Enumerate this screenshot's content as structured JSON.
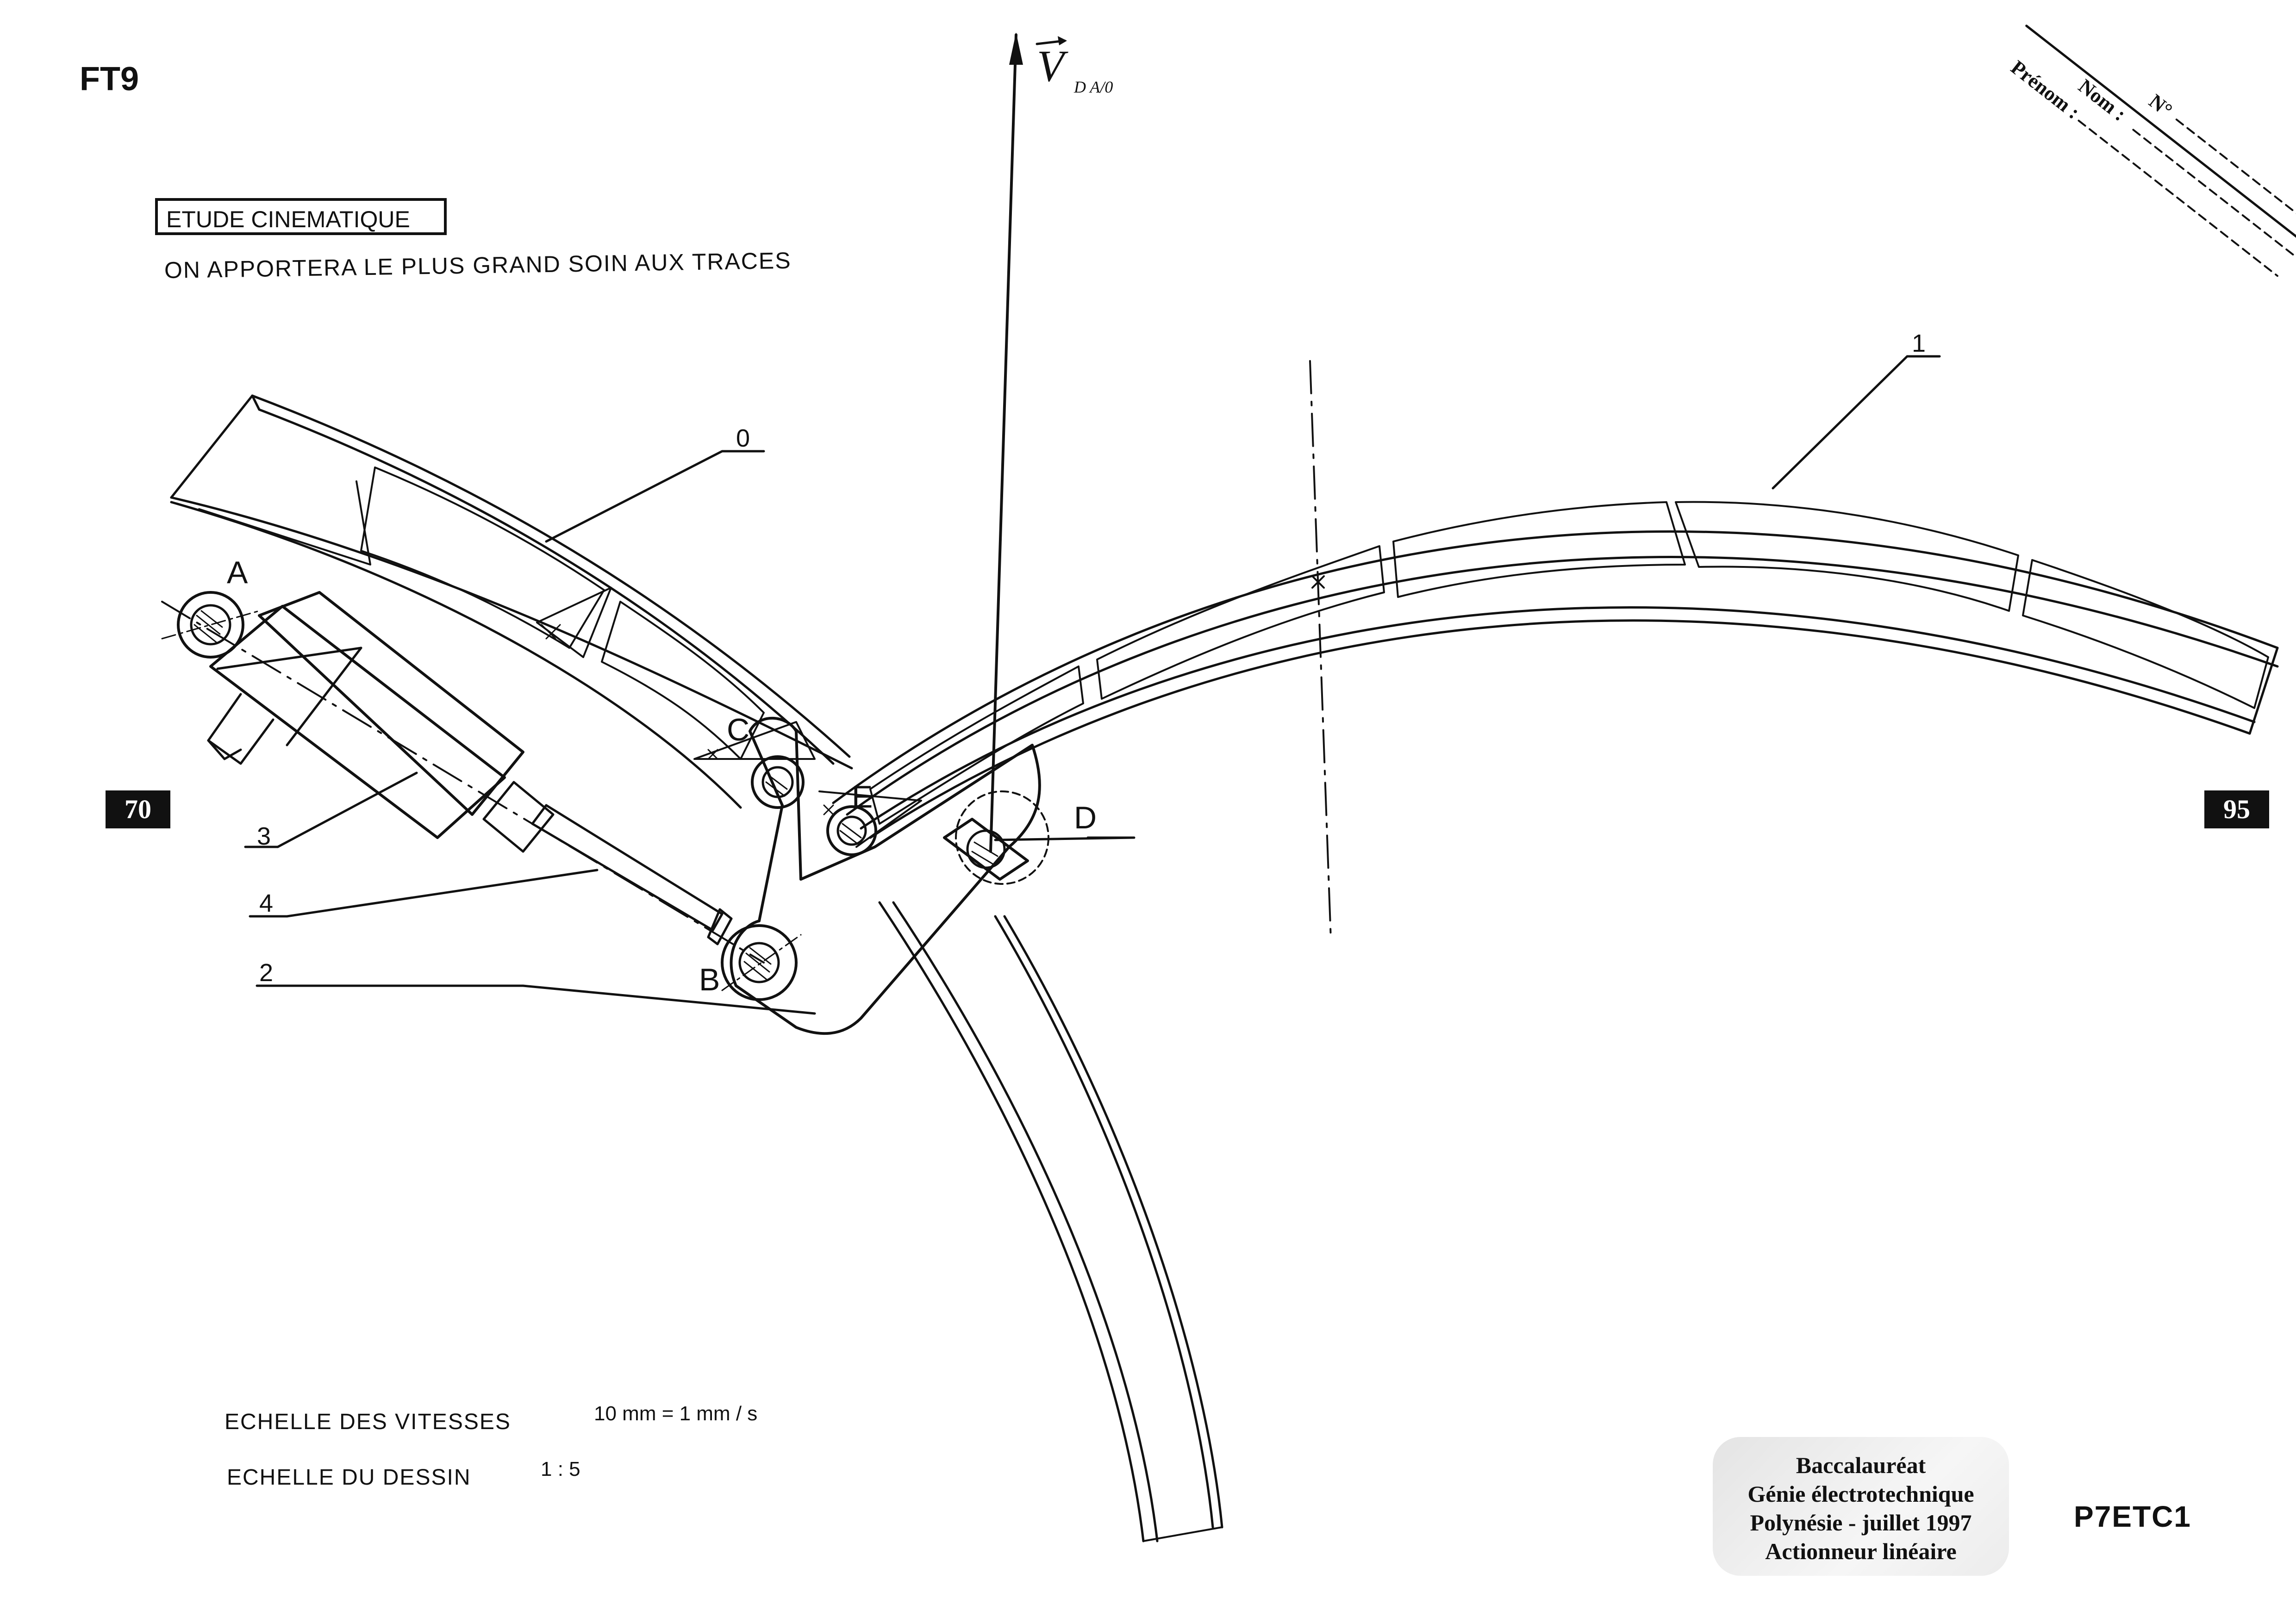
{
  "sheet_id": "FT9",
  "section_title": "ETUDE CINEMATIQUE",
  "instruction": "ON APPORTERA LE PLUS GRAND SOIN AUX TRACES",
  "page_markers": {
    "left": "70",
    "right": "95"
  },
  "vector_label": "V",
  "vector_subscript": "D A/0",
  "points": {
    "A": "A",
    "B": "B",
    "C": "C",
    "D": "D",
    "E": "E"
  },
  "parts": {
    "p0": "0",
    "p1": "1",
    "p2": "2",
    "p3": "3",
    "p4": "4"
  },
  "corner_fields": {
    "no": "N°",
    "nom": "Nom :",
    "prenom": "Prénom :"
  },
  "scales": {
    "speed_label": "ECHELLE DES VITESSES",
    "speed_value": "10 mm = 1 mm / s",
    "drawing_label": "ECHELLE DU DESSIN",
    "drawing_value": "1 : 5"
  },
  "exam": {
    "line1": "Baccalauréat",
    "line2": "Génie électrotechnique",
    "line3": "Polynésie - juillet 1997",
    "line4": "Actionneur linéaire"
  },
  "reference_code": "P7ETC1"
}
